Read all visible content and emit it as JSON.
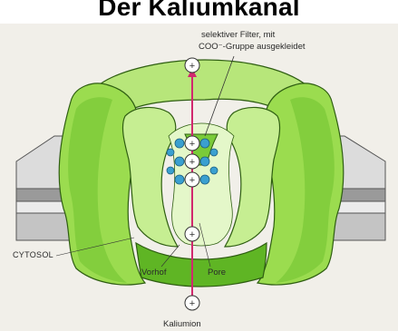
{
  "title": "Der Kaliumkanal",
  "labels": {
    "filter_line1": "selektiver Filter, mit",
    "filter_line2": "COO⁻-Gruppe ausgekleidet",
    "cytosol": "CYTOSOL",
    "vorhof": "Vorhof",
    "pore": "Pore",
    "kaliumion": "Kaliumion"
  },
  "ion_symbol": "+",
  "colors": {
    "channel_light": "#c6ee92",
    "channel_mid": "#9bdc4f",
    "channel_dark": "#5fb524",
    "channel_outline": "#2f5e12",
    "membrane_gray": "#c9c9c9",
    "membrane_dark": "#8e8e8e",
    "background": "#f1efe9",
    "arrow": "#d1286e",
    "ion_fill": "#ffffff",
    "coo_blue": "#3aa0d0"
  },
  "icons": {
    "ion": "potassium-ion-icon",
    "arrow": "ion-flow-arrow-icon",
    "coo_group": "carboxylate-group-icon"
  }
}
